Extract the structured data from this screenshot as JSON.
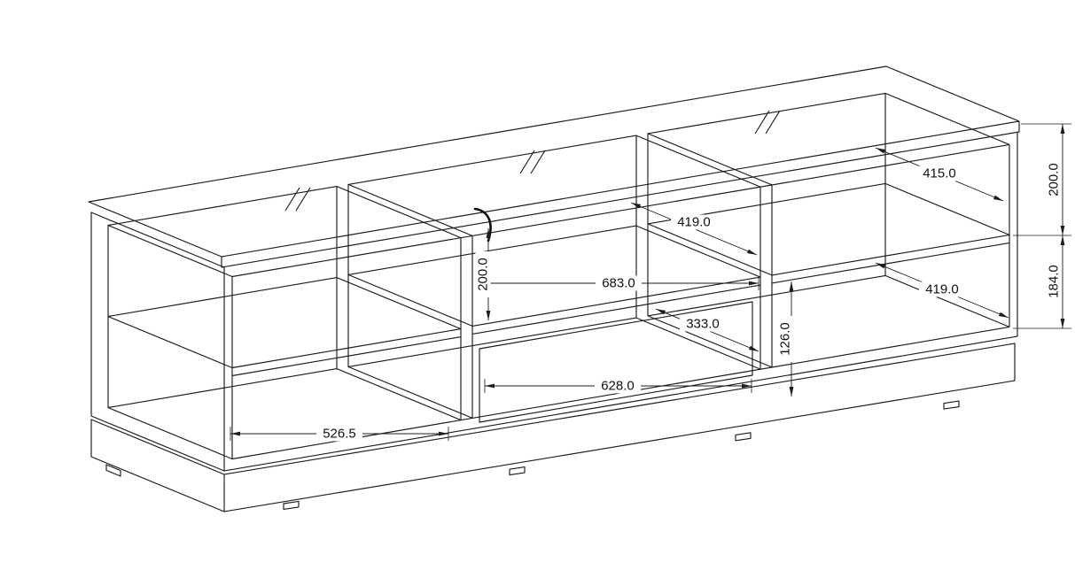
{
  "drawing": {
    "colors": {
      "line": "#1c1c1c",
      "background": "#ffffff",
      "label": "#111111"
    },
    "dimensions": {
      "left_compartment_width": "526.5",
      "middle_bottom_width": "628.0",
      "middle_width": "683.0",
      "middle_depth_partial": "333.0",
      "middle_shelf_depth": "419.0",
      "right_top_shelf_depth": "415.0",
      "right_bottom_shelf_depth": "419.0",
      "middle_top_clearance": "200.0",
      "middle_bottom_clearance": "126.0",
      "right_top_clearance": "200.0",
      "right_bottom_clearance": "184.0"
    }
  }
}
